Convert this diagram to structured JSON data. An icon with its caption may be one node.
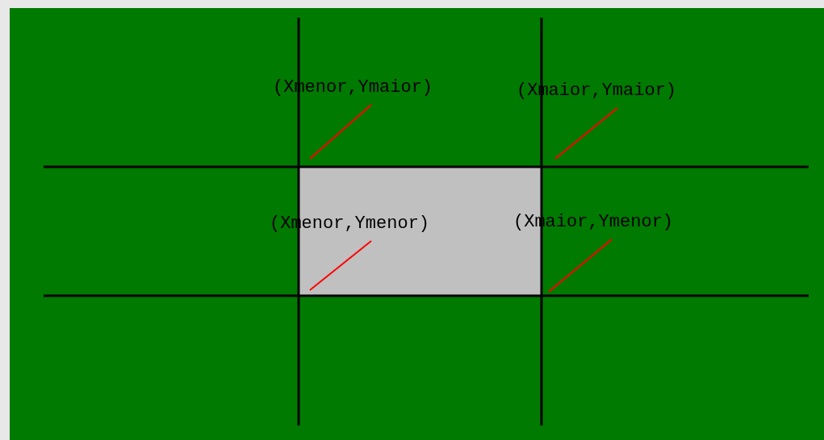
{
  "diagram": {
    "nodes": [
      {
        "text": [
          "(Xmenor,Ymaior)"
        ]
      },
      {
        "text": [
          "(Xmaior,Ymaior)"
        ]
      },
      {
        "text": [
          "(Xmenor,Ymenor)"
        ]
      },
      {
        "text": [
          "(Xmaior,Ymenor)"
        ]
      }
    ],
    "edges": [
      {
        "from": 0,
        "to": null,
        "arrow": "none"
      },
      {
        "from": 1,
        "to": null,
        "arrow": "none"
      },
      {
        "from": 2,
        "to": null,
        "arrow": "none"
      },
      {
        "from": 3,
        "to": null,
        "arrow": "none"
      }
    ]
  }
}
